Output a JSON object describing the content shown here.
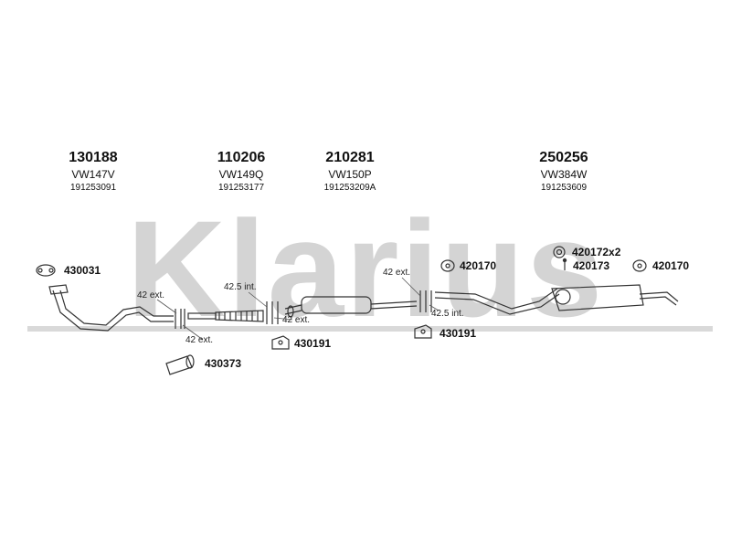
{
  "brand_watermark": "Klarius",
  "parts": [
    {
      "part_number": "130188",
      "model": "VW147V",
      "oem": "191253091"
    },
    {
      "part_number": "110206",
      "model": "VW149Q",
      "oem": "191253177"
    },
    {
      "part_number": "210281",
      "model": "VW150P",
      "oem": "191253209A"
    },
    {
      "part_number": "250256",
      "model": "VW384W",
      "oem": "191253609"
    }
  ],
  "fittings": {
    "gasket_430031": "430031",
    "clamp_430373": "430373",
    "mount_430191_a": "430191",
    "mount_430191_b": "430191",
    "hanger_420170_a": "420170",
    "ring_420172": "420172x2",
    "bolt_420173": "420173",
    "hanger_420170_b": "420170"
  },
  "dimensions": {
    "joint1_ext": "42 ext.",
    "joint1b_ext": "42 ext.",
    "joint2_int": "42.5 int.",
    "joint2_ext": "42 ext.",
    "joint3_ext": "42 ext.",
    "joint3_int": "42.5 int."
  },
  "colors": {
    "watermark": "#d4d4d4",
    "line": "#333333"
  }
}
